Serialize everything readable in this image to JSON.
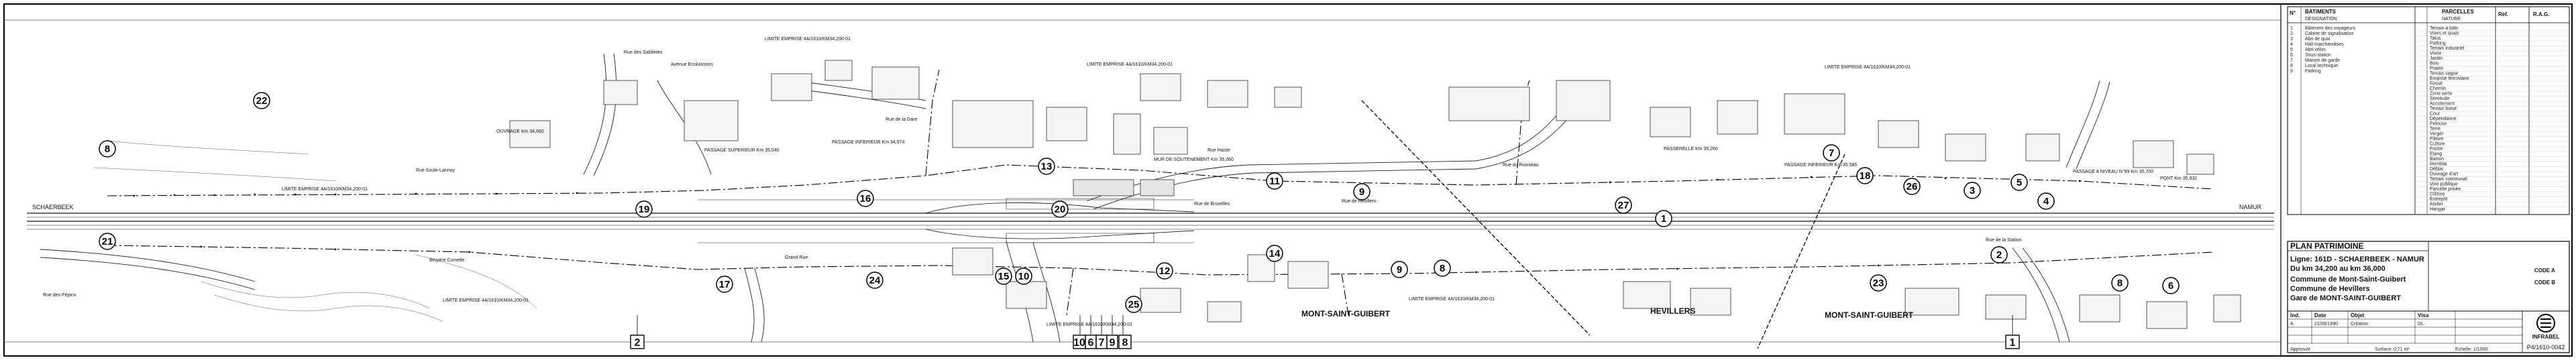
{
  "plan": {
    "west_end": "SCHAERBEEK",
    "east_end": "NAMUR",
    "places": [
      "MONT-SAINT-GUIBERT",
      "HEVILLERS",
      "MONT-SAINT-GUIBERT"
    ],
    "limit_label": "LIMITE EMPRISE 4A/1610/KM34,200-01",
    "street_labels": [
      "Rue des Sablières",
      "Avenue Ecoluissons",
      "Rue Soule-Lannoy",
      "Rue des Pépins",
      "Bruyère Cumelle",
      "Grand Rue",
      "Rue de Bruxelles",
      "Rue de Hevillers",
      "Rue du Ruisseau",
      "Rue de la Gare",
      "Rue Haute",
      "Rue de la Station"
    ],
    "feature_labels": [
      "PASSAGE INFERIEUR Km 34,974",
      "PASSAGE SUPERIEUR Km 35,040",
      "OUVRAGE Km 34,660",
      "MUR DE SOUTENEMENT Km 35,060",
      "PASSERELLE Km 35,260",
      "PASSAGE A NIVEAU N°99 Km 35,700",
      "PONT Km 35,932",
      "PASSAGE INFERIEUR Km 35,585"
    ],
    "circled_numbers": [
      "22",
      "8",
      "21",
      "19",
      "17",
      "16",
      "13",
      "11",
      "14",
      "12",
      "15",
      "10",
      "24",
      "25",
      "9",
      "8",
      "1",
      "7",
      "18",
      "26",
      "23",
      "3",
      "4",
      "5",
      "2",
      "8",
      "6",
      "9",
      "20",
      "27"
    ],
    "sheet_markers": [
      "2",
      "10",
      "6",
      "7",
      "9",
      "8",
      "1"
    ]
  },
  "legend": {
    "col_num": "N°",
    "col_item_header": "BATIMENTS",
    "col_item_sub": "DESIGNATION",
    "col_parcel_header": "PARCELLES",
    "col_parcel_sub": "NATURE",
    "col_ref": "Réf.",
    "col_cadastre": "R.A.G.",
    "items": [
      {
        "n": "1",
        "name": "Bâtiment des voyageurs"
      },
      {
        "n": "2",
        "name": "Cabine de signalisation"
      },
      {
        "n": "3",
        "name": "Abri de quai"
      },
      {
        "n": "4",
        "name": "Hall marchandises"
      },
      {
        "n": "5",
        "name": "Abri vélos"
      },
      {
        "n": "6",
        "name": "Sous-station"
      },
      {
        "n": "7",
        "name": "Maison de garde"
      },
      {
        "n": "8",
        "name": "Local technique"
      },
      {
        "n": "9",
        "name": "Parking"
      }
    ],
    "parcels": [
      "Terrain à bâtir",
      "Voies et quais",
      "Talus",
      "Parking",
      "Terrain industriel",
      "Voirie",
      "Jardin",
      "Bois",
      "Prairie",
      "Terrain vague",
      "Emprise ferroviaire",
      "Fossé",
      "Chemin",
      "Zone verte",
      "Servitude",
      "Accotement",
      "Terrain boisé",
      "Cour",
      "Dépendance",
      "Pelouse",
      "Terre",
      "Verger",
      "Pâture",
      "Culture",
      "Friche",
      "Etang",
      "Bassin",
      "Remblai",
      "Déblai",
      "Ouvrage d'art",
      "Terrain communal",
      "Voie publique",
      "Parcelle privée",
      "Clôture",
      "Entrepôt",
      "Atelier",
      "Hangar"
    ]
  },
  "title_block": {
    "heading": "PLAN PATRIMOINE",
    "line_label": "Ligne: 161D - SCHAERBEEK - NAMUR",
    "km_range": "Du km 34,200 au km 36,000",
    "commune_1": "Commune de Mont-Saint-Guibert",
    "commune_2": "Commune de Hevillers",
    "station": "Gare de MONT-SAINT-GUIBERT",
    "sheet_code_a": "CODE A",
    "sheet_code_b": "CODE B",
    "scale": "Echelle: 1/1000",
    "surface": "Surface: 0,71 m²",
    "approved": "Approuvé",
    "plan_number": "P4/1610-0042",
    "org": "INFRABEL",
    "rev_headers": [
      "Ind.",
      "Date",
      "Objet",
      "Visa"
    ],
    "rev_row": [
      "A",
      "22/06/1990",
      "Création",
      "DL"
    ]
  }
}
